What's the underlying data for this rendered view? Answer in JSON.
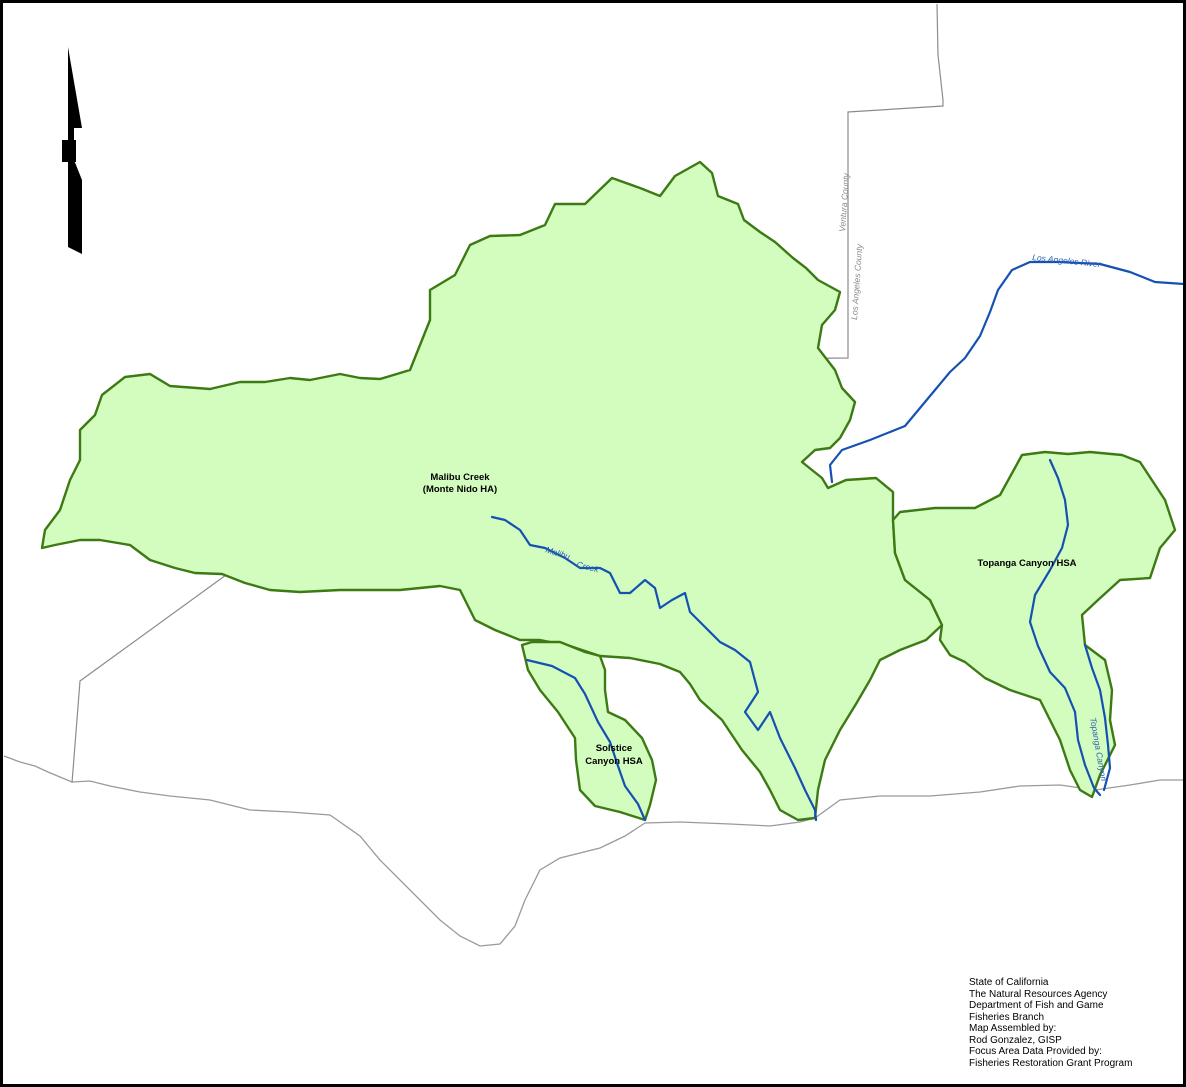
{
  "labels": {
    "malibu_line1": "Malibu Creek",
    "malibu_line2": "(Monte Nido HA)",
    "topanga": "Topanga Canyon HSA",
    "solstice_line1": "Solstice",
    "solstice_line2": "Canyon HSA",
    "ventura_county": "Ventura County",
    "la_county": "Los Angeles County",
    "la_river": "Los Angeles River",
    "malibu_creek_a": "Malibu",
    "malibu_creek_b": "Creek",
    "topanga_creek": "Topanga Canyon"
  },
  "credits": [
    "State of California",
    "The Natural Resources Agency",
    "Department of Fish and Game",
    "Fisheries Branch",
    "Map Assembled by:",
    "Rod Gonzalez, GISP",
    "Focus Area Data Provided by:",
    "Fisheries Restoration Grant Program"
  ],
  "colors": {
    "watershed_fill": "#d3fcbf",
    "watershed_outline": "#3d7a14",
    "river": "#1451b3",
    "boundary": "#8c8c8c"
  },
  "icons": {
    "north_arrow": "north-arrow-icon"
  }
}
